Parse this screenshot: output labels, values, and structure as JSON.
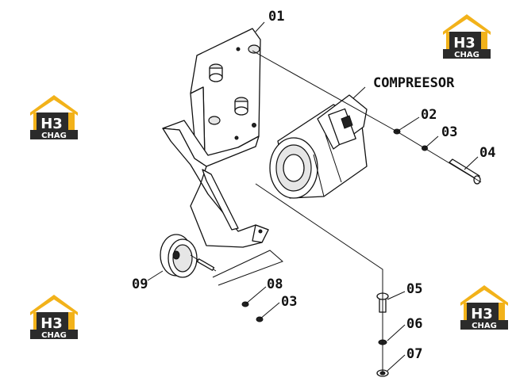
{
  "callouts": {
    "c01": "01",
    "c02": "02",
    "c03a": "03",
    "c04": "04",
    "c05": "05",
    "c06": "06",
    "c07": "07",
    "c08": "08",
    "c03b": "03",
    "c09": "09"
  },
  "labels": {
    "compressor": "COMPREESOR"
  },
  "watermark": {
    "brand": "H3",
    "sub": "CHAG",
    "colors": {
      "roof": "#f2b21a",
      "block": "#2b2b2b",
      "letters": "#ffffff"
    }
  }
}
